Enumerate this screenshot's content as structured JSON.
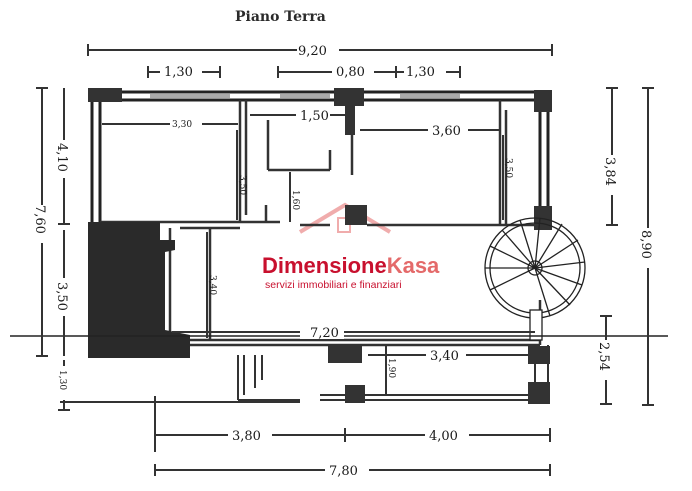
{
  "title": "Piano Terra",
  "brand": {
    "name_part1": "Dimensione",
    "name_part2": "Kasa",
    "tagline": "servizi immobiliari e finanziari",
    "color_primary": "#c8102e",
    "color_secondary": "#e46a6a"
  },
  "dimensions": {
    "top_total": "9,20",
    "top_left": "1,30",
    "top_mid": "0,80",
    "top_right": "1,30",
    "room_left_width": "3,30",
    "corridor_width": "1,50",
    "room_right_width": "3,60",
    "room_left_height": "3,50",
    "room_right_height": "3,50",
    "corridor_height": "1,60",
    "lower_height": "3,40",
    "lower_width": "7,20",
    "porch_width": "3,40",
    "porch_height": "1,90",
    "left_total": "7,60",
    "left_upper": "4,10",
    "left_mid": "3,50",
    "left_low": "1,30",
    "right_upper": "3,84",
    "right_total": "8,90",
    "right_low": "2,54",
    "bottom_left": "3,80",
    "bottom_right": "4,00",
    "bottom_total": "7,80"
  },
  "icons": {
    "staircase": "spiral-staircase-icon",
    "logo": "house-roof-logo-icon"
  }
}
